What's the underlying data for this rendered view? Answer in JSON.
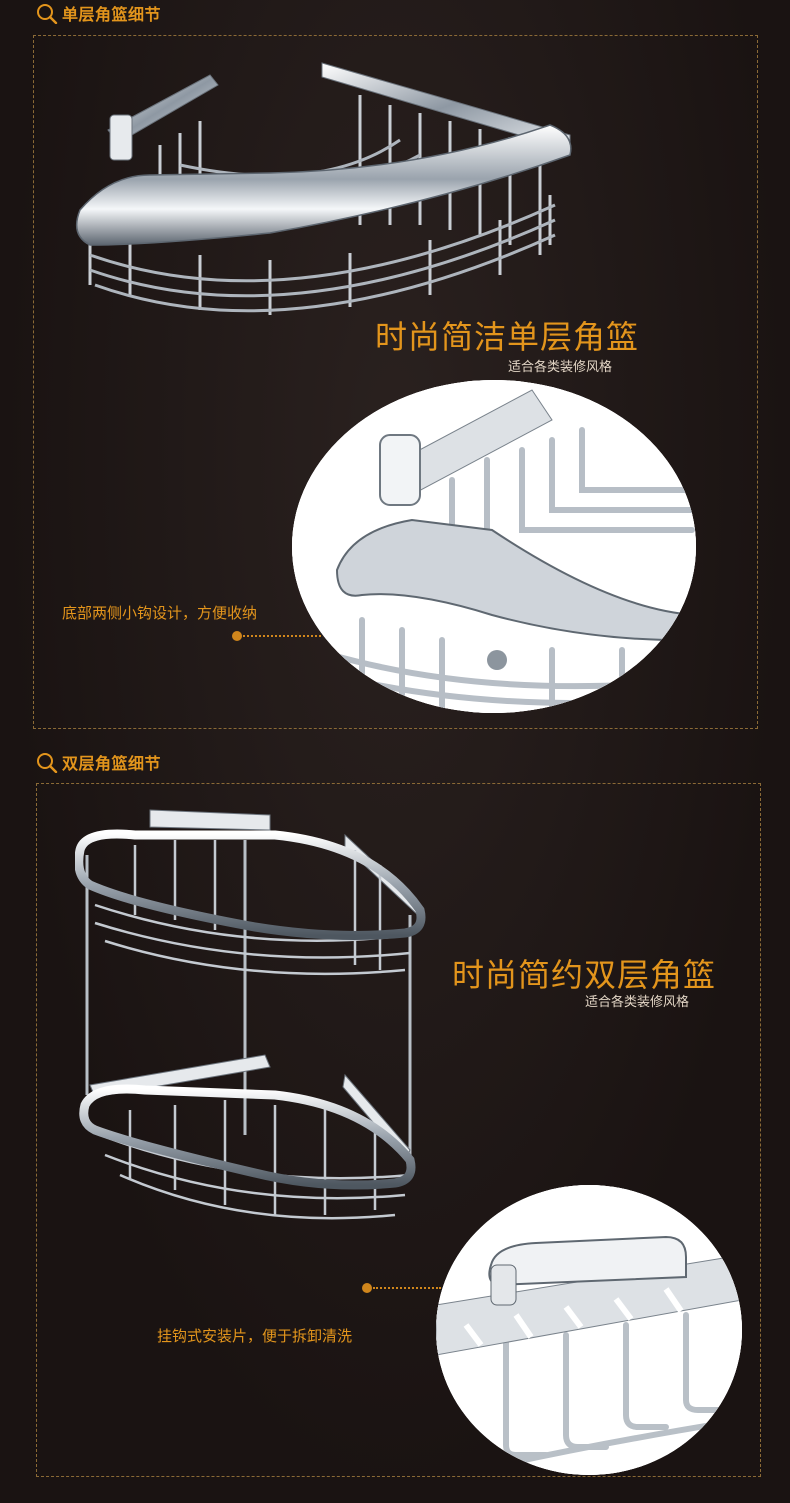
{
  "section1": {
    "title": "单层角篮细节",
    "headline": "时尚简洁单层角篮",
    "subline": "适合各类装修风格",
    "callout": "底部两侧小钩设计，方便收纳"
  },
  "section2": {
    "title": "双层角篮细节",
    "headline": "时尚简约双层角篮",
    "subline": "适合各类装修风格",
    "callout": "挂钩式安装片，便于拆卸清洗"
  },
  "colors": {
    "accent": "#e3951c",
    "background": "#1d1615",
    "frame": "#8b6a36",
    "metal": "#d9dde2"
  },
  "icons": {
    "header": "magnifier-icon"
  }
}
